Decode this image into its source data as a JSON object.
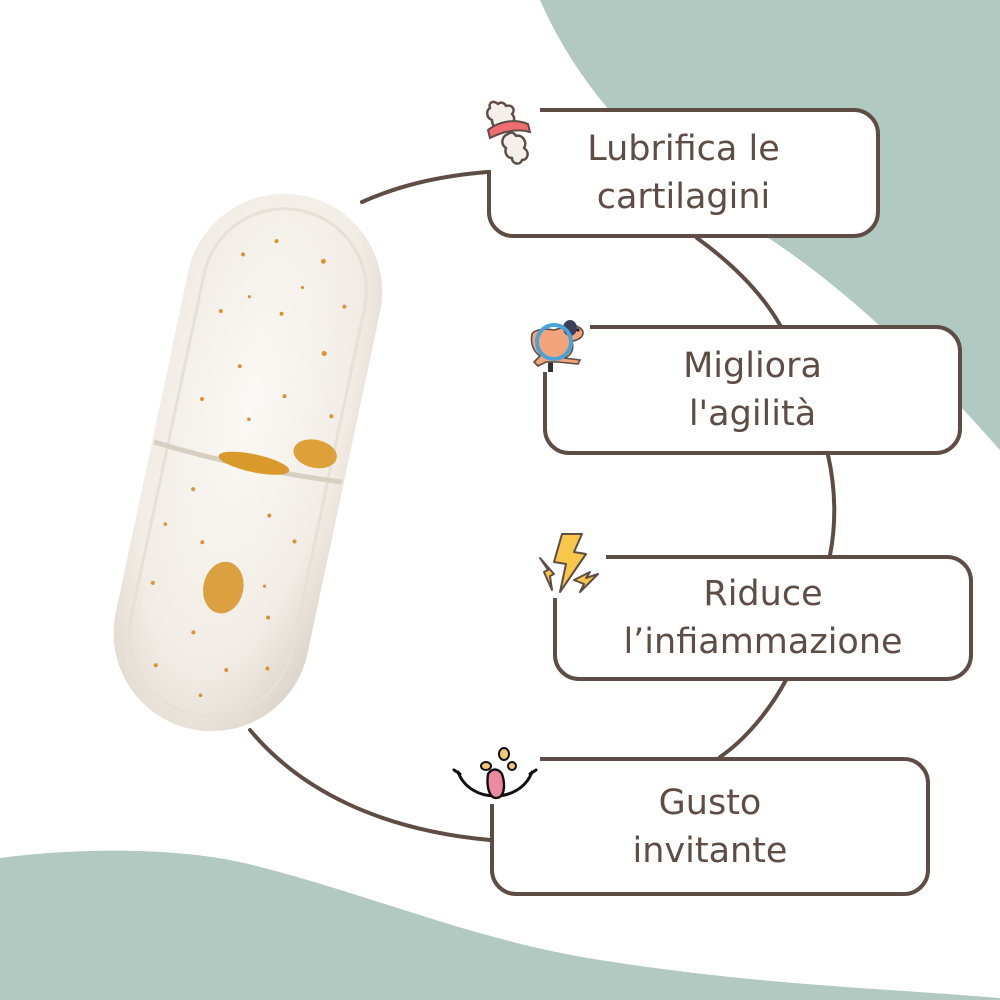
{
  "colors": {
    "accent_teal": "#b1c9c0",
    "outline_brown": "#5e4d45",
    "background": "#ffffff",
    "pill_base": "#f3efe9",
    "pill_speckle": "#d9923a"
  },
  "product": {
    "image": "tablet-pill",
    "shape": "capsule-tablet with score line and orange speckles"
  },
  "benefits": [
    {
      "icon": "joint-icon",
      "line1": "Lubrifica le",
      "line2": "cartilagini"
    },
    {
      "icon": "dog-jumping-hoop-icon",
      "line1": "Migliora",
      "line2": "l'agilità"
    },
    {
      "icon": "lightning-icon",
      "line1": "Riduce",
      "line2": "l’infiammazione"
    },
    {
      "icon": "tongue-smile-icon",
      "line1": "Gusto",
      "line2": "invitante"
    }
  ]
}
